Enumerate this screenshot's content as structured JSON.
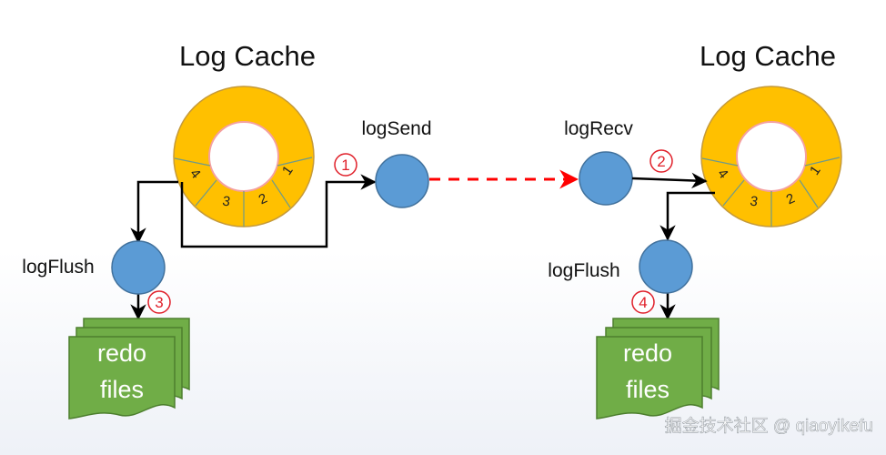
{
  "left": {
    "title": "Log Cache",
    "segments": [
      "1",
      "2",
      "3",
      "4"
    ],
    "send_label": "logSend",
    "flush_label": "logFlush",
    "files_line1": "redo",
    "files_line2": "files"
  },
  "right": {
    "title": "Log Cache",
    "segments": [
      "1",
      "2",
      "3",
      "4"
    ],
    "recv_label": "logRecv",
    "flush_label": "logFlush",
    "files_line1": "redo",
    "files_line2": "files"
  },
  "steps": [
    "1",
    "2",
    "3",
    "4"
  ],
  "watermark": "掘金技术社区 @ qiaoyikefu",
  "colors": {
    "ring": "#ffc000",
    "ring_edge": "#c59a3a",
    "ring_inner": "#f4a0a0",
    "divider": "#6f9a8a",
    "node": "#5b9bd5",
    "node_edge": "#41719c",
    "file": "#70ad47",
    "file_edge": "#4d7f2e",
    "step": "#e0202a",
    "dash": "#ff0000"
  }
}
